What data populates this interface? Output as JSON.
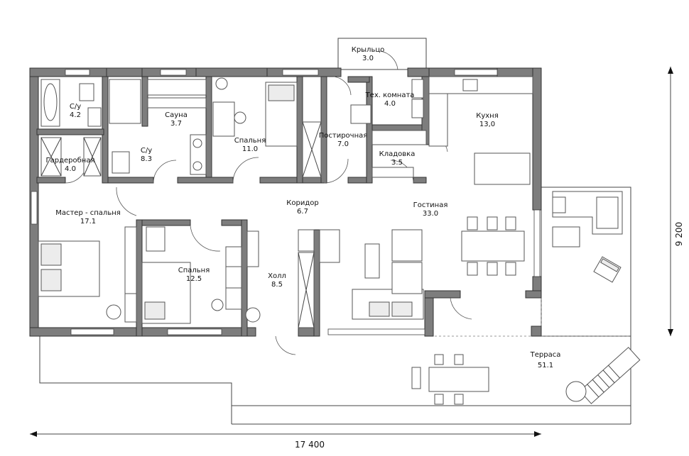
{
  "rooms": {
    "porch": {
      "name": "Крыльцо",
      "area": "3.0"
    },
    "tech_room": {
      "name": "Тех. комната",
      "area": "4.0"
    },
    "kitchen": {
      "name": "Кухня",
      "area": "13,0"
    },
    "bath_small": {
      "name": "С/у",
      "area": "4.2"
    },
    "sauna": {
      "name": "Сауна",
      "area": "3.7"
    },
    "bath_large": {
      "name": "С/у",
      "area": "8.3"
    },
    "bedroom_top": {
      "name": "Спальня",
      "area": "11.0"
    },
    "laundry": {
      "name": "Постирочная",
      "area": "7.0"
    },
    "pantry": {
      "name": "Кладовка",
      "area": "3.5"
    },
    "wardrobe": {
      "name": "Гардеробная",
      "area": "4.0"
    },
    "corridor": {
      "name": "Коридор",
      "area": "6.7"
    },
    "living": {
      "name": "Гостиная",
      "area": "33.0"
    },
    "master": {
      "name": "Мастер - спальня",
      "area": "17.1"
    },
    "bedroom_mid": {
      "name": "Спальня",
      "area": "12.5"
    },
    "hall": {
      "name": "Холл",
      "area": "8.5"
    },
    "terrace": {
      "name": "Терраса",
      "area": "51.1"
    }
  },
  "dimensions": {
    "width": "17 400",
    "height": "9 200"
  }
}
